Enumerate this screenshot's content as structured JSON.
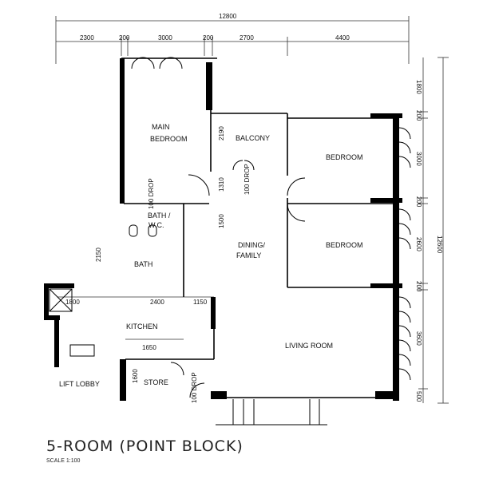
{
  "title": "5-ROOM (POINT BLOCK)",
  "scale": "SCALE   1:100",
  "rooms": {
    "main_bedroom": [
      "MAIN",
      "BEDROOM"
    ],
    "balcony": "BALCONY",
    "bedroom_1": "BEDROOM",
    "bedroom_2": "BEDROOM",
    "bath": [
      "BATH /",
      "W.C."
    ],
    "bath_2": "BATH",
    "dining": [
      "DINING/",
      "FAMILY"
    ],
    "kitchen": "KITCHEN",
    "living_room": "LIVING ROOM",
    "store": "STORE",
    "lift_lobby": "LIFT LOBBY"
  },
  "drop_labels": [
    "100 DROP",
    "100 DROP",
    "100 DROP"
  ],
  "dimensions": {
    "top_total": "12800",
    "top_segments": [
      "2300",
      "200",
      "3000",
      "200",
      "2700",
      "4400"
    ],
    "right_total": "12600",
    "right_segments": [
      "1800",
      "200",
      "3000",
      "200",
      "2600",
      "200",
      "3600",
      "500"
    ],
    "kitchen_row": [
      "1800",
      "2400",
      "1150"
    ],
    "balcony_h": "2190",
    "corridor_h": "1310",
    "dining_h": "1500",
    "bath_h": "2150",
    "kitchen_w": "1650",
    "store_h": "1600"
  }
}
